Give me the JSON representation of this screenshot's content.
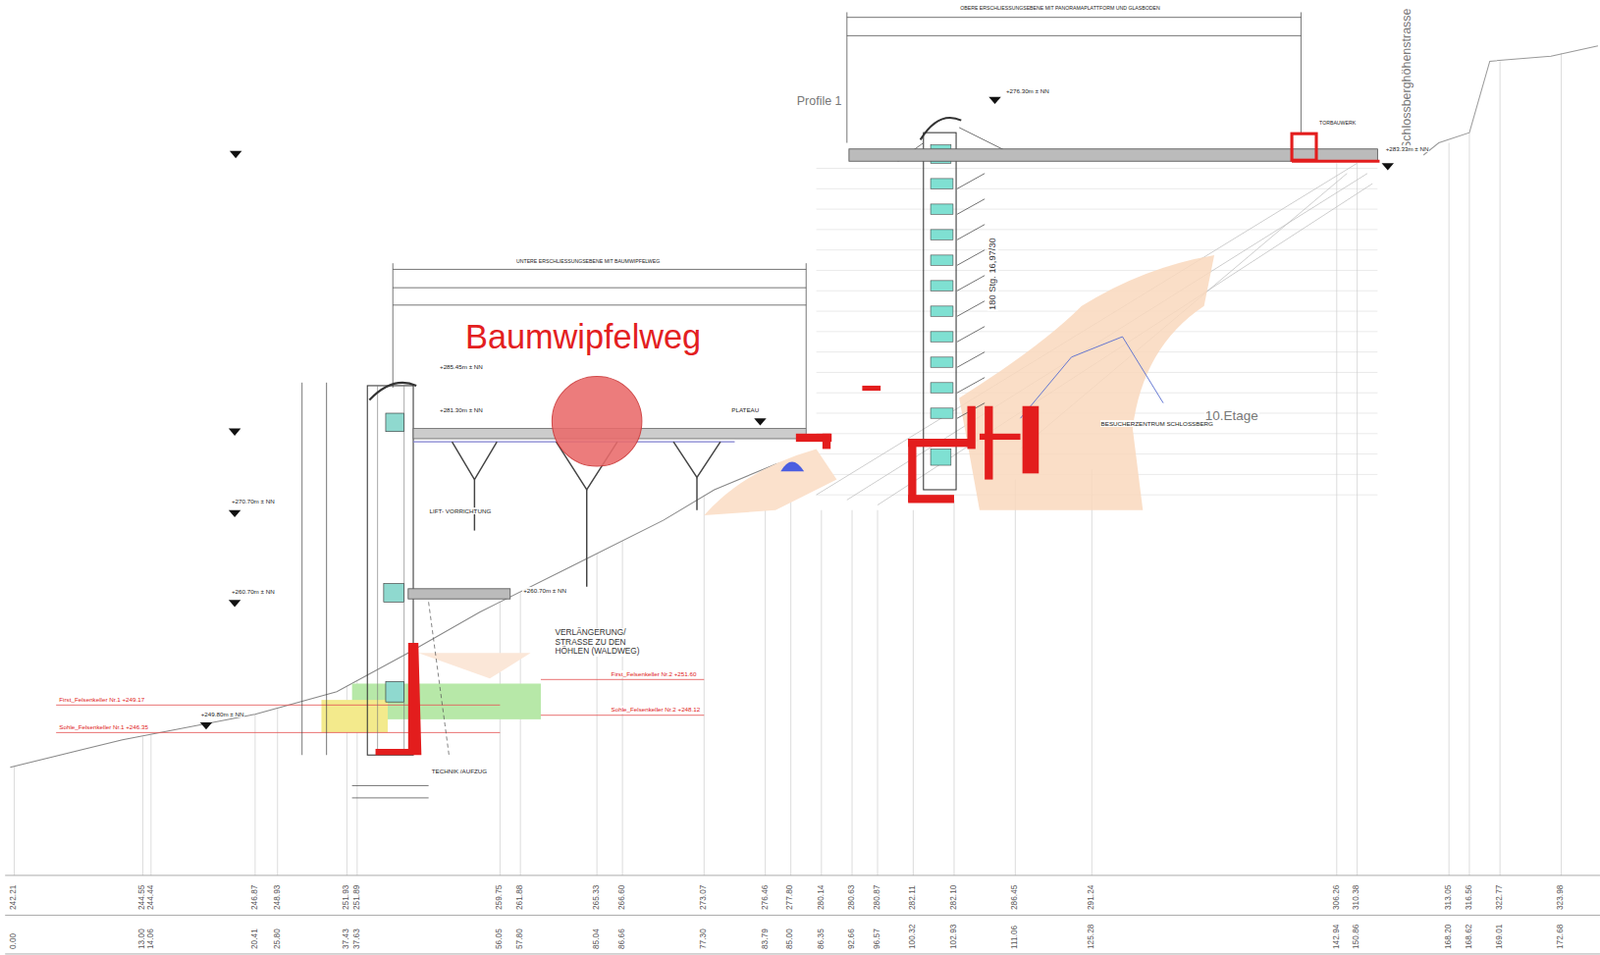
{
  "diagram": {
    "labels": [
      "Baumwipfelweg",
      "Profile 1",
      "Schlossberghöhenstrasse",
      "10.Etage",
      "VERLÄNGERUNG/ STRASSE ZU DEN HÖHLEN (WALDWEG)",
      "+270.70m ± NN",
      "+260.70m ± NN",
      "+249.80m ± NN",
      "+285.45m ± NN",
      "+281.30m ± NN",
      "+260.70m ± NN",
      "+276.30m ± NN",
      "+283.33m ± NN",
      "PLATEAU",
      "UNTERE ERSCHLIESSUNGSEBENE MIT BAUMWIPFELWEG",
      "OBERE ERSCHLIESSUNGSEBENE MIT PANORAMAPLATTFORM UND GLASBODEN",
      "180 Stg. 16,97/30",
      "TECHNIK /AUFZUG",
      "LIFT- VORRICHTUNG",
      "First_Felsenkeller Nr.1 +249.17",
      "Sohle_Felsenkeller Nr.1 +246.35",
      "First_Felsenkeller Nr.2 +251.60",
      "Sohle_Felsenkeller Nr.2 +248.12",
      "TORBAUWERK",
      "BESUCHERZENTRUM SCHLOSSBERG",
      "242.21",
      "244.55",
      "244.44",
      "246.87",
      "248.93",
      "251.93",
      "251.89",
      "259.75",
      "261.88",
      "265.33",
      "266.60",
      "273.07",
      "276.46",
      "277.80",
      "280.14",
      "280.63",
      "280.87",
      "282.11",
      "282.10",
      "286.45",
      "291.24",
      "306.26",
      "310.38",
      "313.05",
      "316.56",
      "322.77",
      "323.98",
      "0.00",
      "13.00",
      "14.06",
      "20.41",
      "25.80",
      "37.43",
      "37.63",
      "56.05",
      "57.80",
      "85.04",
      "86.66",
      "77.30",
      "83.79",
      "85.00",
      "86.35",
      "92.66",
      "96.57",
      "100.32",
      "102.93",
      "111.06",
      "125.28",
      "142.94",
      "150.86",
      "168.20",
      "168.62",
      "169.01",
      "172.68"
    ]
  }
}
